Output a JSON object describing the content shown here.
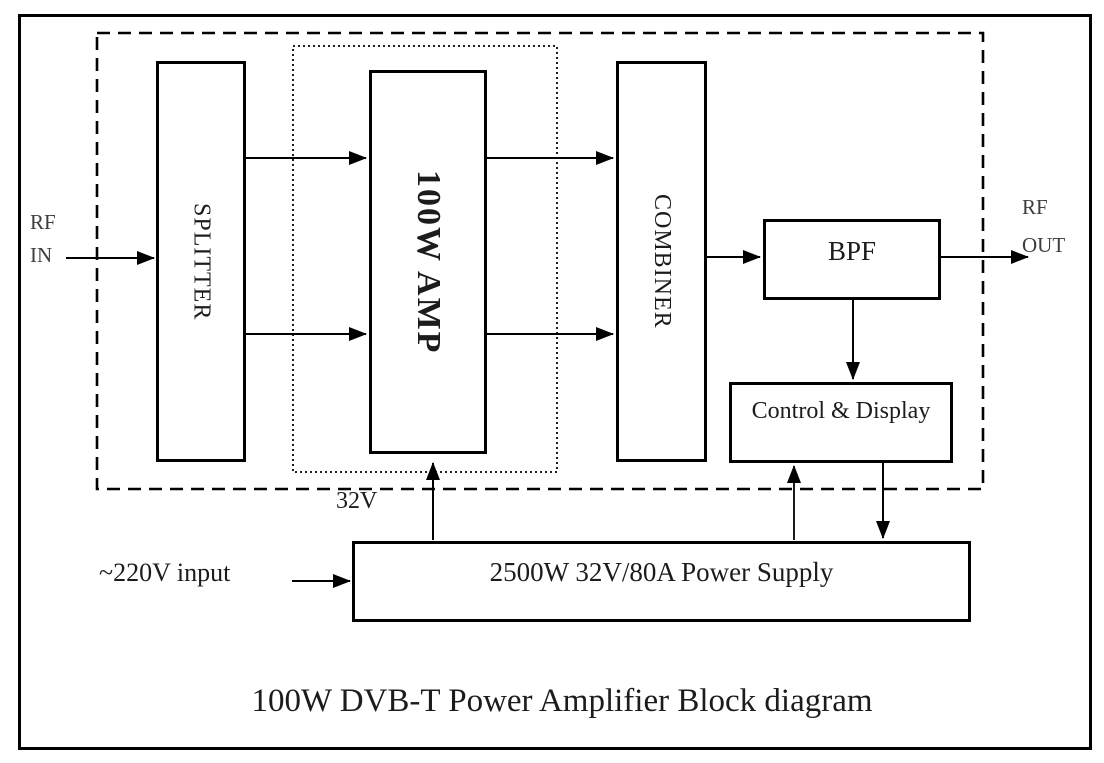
{
  "diagram": {
    "title": "100W DVB-T Power Amplifier Block diagram",
    "blocks": {
      "splitter": "SPLITTER",
      "amplifier": "100W AMP",
      "combiner": "COMBINER",
      "bpf": "BPF",
      "control_display": "Control & Display",
      "power_supply": "2500W 32V/80A Power Supply"
    },
    "labels": {
      "rf_in": "RF\nIN",
      "rf_out": "RF\nOUT",
      "voltage_rail": "32V",
      "mains_input": "~220V input"
    },
    "colors": {
      "line": "#000000",
      "background": "#ffffff",
      "text": "#1c1c1c"
    }
  }
}
